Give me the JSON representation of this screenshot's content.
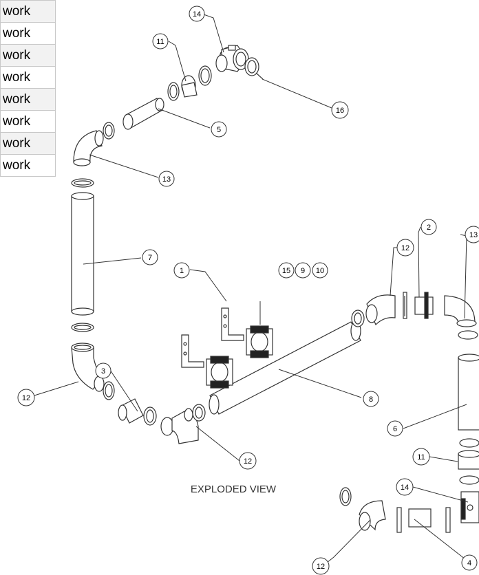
{
  "work_list": [
    "work",
    "work",
    "work",
    "work",
    "work",
    "work",
    "work",
    "work"
  ],
  "view_title": "EXPLODED VIEW",
  "callouts": {
    "c14a": "14",
    "c11a": "11",
    "c16": "16",
    "c5": "5",
    "c13a": "13",
    "c7": "7",
    "c1": "1",
    "c15": "15",
    "c9": "9",
    "c10": "10",
    "c8": "8",
    "c12a": "12",
    "c3": "3",
    "c12b": "12",
    "c12c": "12",
    "c2": "2",
    "c13b": "13",
    "c6": "6",
    "c11b": "11",
    "c14b": "14",
    "c12d": "12",
    "c4": "4"
  }
}
